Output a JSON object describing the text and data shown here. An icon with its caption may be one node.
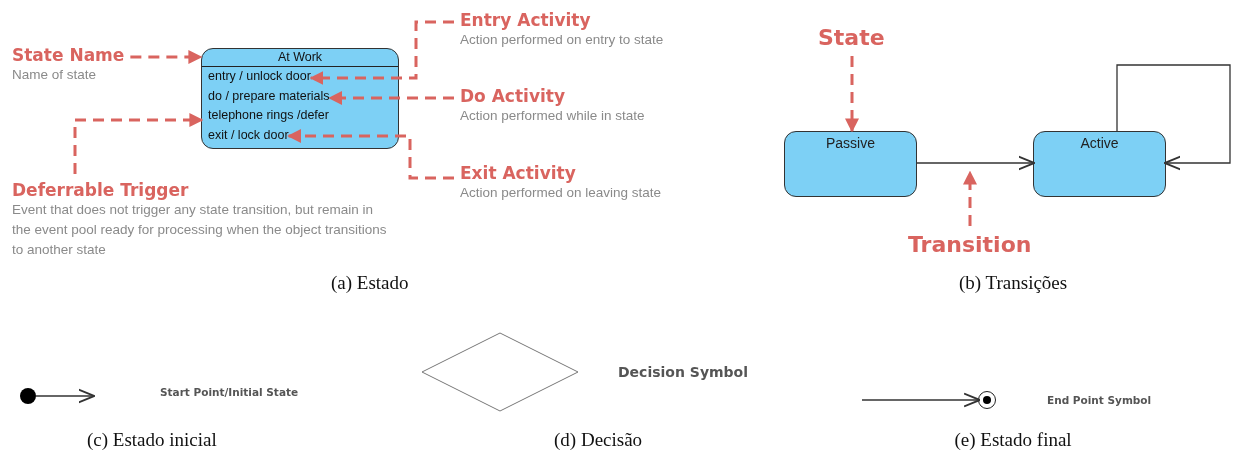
{
  "diagram": {
    "nodes": [
      {
        "text": [
          "At Work"
        ]
      },
      {
        "text": [
          "entry / unlock door"
        ],
        "in": 0
      },
      {
        "text": [
          "do / prepare materials"
        ],
        "in": 0
      },
      {
        "text": [
          "telephone rings /defer"
        ],
        "in": 0
      },
      {
        "text": [
          "exit / lock door"
        ],
        "in": 0
      },
      {
        "text": [
          "State Name",
          "Name of state"
        ]
      },
      {
        "text": [
          "Entry Activity",
          "Action performed on entry to state"
        ]
      },
      {
        "text": [
          "Do Activity",
          "Action performed while in state"
        ]
      },
      {
        "text": [
          "Deferrable Trigger",
          "Event that does not trigger any state transition, but remain in the event pool ready for processing when the object transitions to another state"
        ]
      },
      {
        "text": [
          "Exit Activity",
          "Action performed on leaving state"
        ]
      },
      {
        "text": [
          "State"
        ]
      },
      {
        "text": [
          "Passive"
        ]
      },
      {
        "text": [
          "Active"
        ]
      },
      {
        "text": [
          "Transition"
        ]
      },
      {
        "text": [],
        "shape": "circle"
      },
      {
        "text": [],
        "shape": "diamond"
      },
      {
        "text": [],
        "shape": "circle"
      }
    ],
    "edges": [
      {
        "from": 5,
        "to": 0,
        "arrow": "to",
        "style": "dashed",
        "color": "#d9645f"
      },
      {
        "from": 6,
        "to": 1,
        "arrow": "to",
        "style": "dashed",
        "color": "#d9645f"
      },
      {
        "from": 7,
        "to": 2,
        "arrow": "to",
        "style": "dashed",
        "color": "#d9645f"
      },
      {
        "from": 8,
        "to": 3,
        "arrow": "to",
        "style": "dashed",
        "color": "#d9645f"
      },
      {
        "from": 9,
        "to": 4,
        "arrow": "to",
        "style": "dashed",
        "color": "#d9645f"
      },
      {
        "from": 10,
        "to": 11,
        "arrow": "to",
        "style": "dashed",
        "color": "#d9645f"
      },
      {
        "from": 11,
        "to": 12,
        "arrow": "to",
        "color": "#333333"
      },
      {
        "from": 12,
        "to": 12,
        "arrow": "to",
        "color": "#333333"
      },
      {
        "from": 13,
        "to": null,
        "arrow": "to",
        "style": "dashed",
        "color": "#d9645f"
      },
      {
        "from": 14,
        "to": null,
        "arrow": "to",
        "color": "#333333"
      },
      {
        "from": null,
        "to": 16,
        "arrow": "to",
        "color": "#333333"
      }
    ],
    "labels": [
      "(a) Estado",
      "(b) Transições",
      "Start Point/Initial State",
      "Decision Symbol",
      "End Point Symbol",
      "(c) Estado inicial",
      "(d) Decisão",
      "(e) Estado final"
    ]
  }
}
